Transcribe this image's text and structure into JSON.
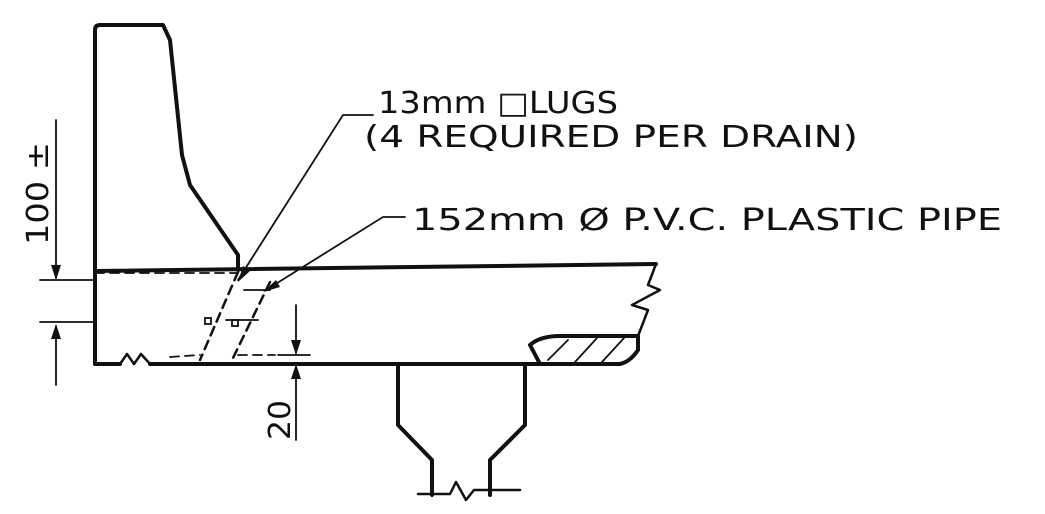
{
  "labels": {
    "lugs_line1": "13mm □LUGS",
    "lugs_line2": "(4 REQUIRED PER DRAIN)",
    "pipe": "152mm  Ø P.V.C. PLASTIC PIPE",
    "dim_height": "100 ±",
    "dim_offset": "20"
  }
}
